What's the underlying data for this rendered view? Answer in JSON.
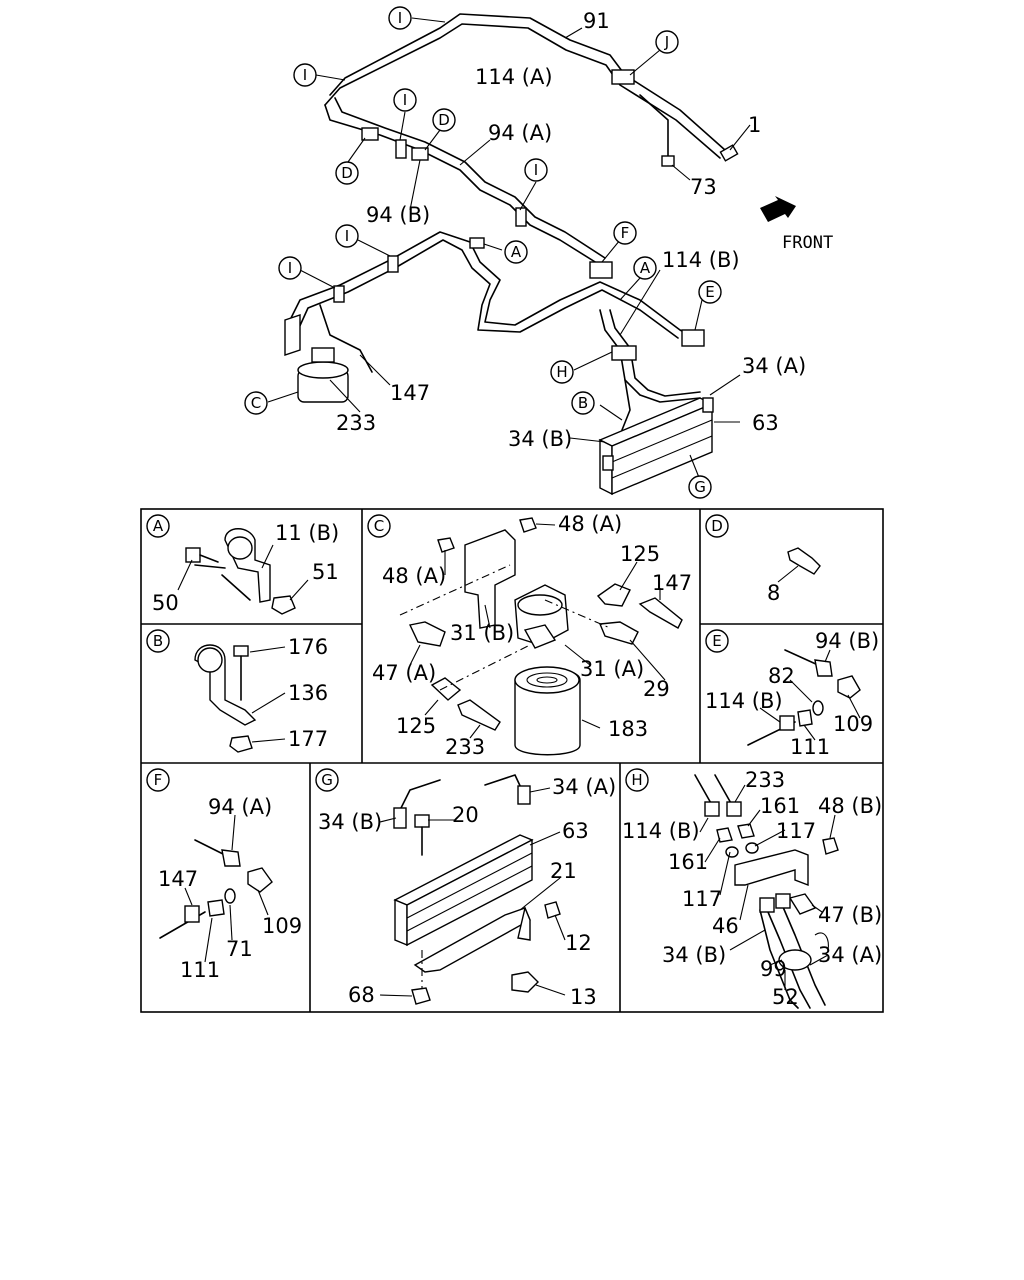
{
  "front_label": "FRONT",
  "callouts": {
    "A": "A",
    "B": "B",
    "C": "C",
    "D": "D",
    "E": "E",
    "F": "F",
    "G": "G",
    "H": "H",
    "I": "I",
    "J": "J"
  },
  "main_labels": {
    "p91": "91",
    "p114A": "114 (A)",
    "p1": "1",
    "p73": "73",
    "p94A": "94 (A)",
    "p94B": "94 (B)",
    "p114B": "114 (B)",
    "p34A": "34 (A)",
    "p63": "63",
    "p34B": "34 (B)",
    "p147": "147",
    "p233": "233"
  },
  "detail_A": {
    "p11B": "11 (B)",
    "p51": "51",
    "p50": "50"
  },
  "detail_B": {
    "p176": "176",
    "p136": "136",
    "p177": "177"
  },
  "detail_C": {
    "p48A_1": "48 (A)",
    "p48A_2": "48 (A)",
    "p125_1": "125",
    "p147": "147",
    "p31B": "31 (B)",
    "p47A": "47 (A)",
    "p31A": "31 (A)",
    "p29": "29",
    "p125_2": "125",
    "p233": "233",
    "p183": "183"
  },
  "detail_D": {
    "p8": "8"
  },
  "detail_E": {
    "p94B": "94 (B)",
    "p82": "82",
    "p114B": "114 (B)",
    "p109": "109",
    "p111": "111"
  },
  "detail_F": {
    "p94A": "94 (A)",
    "p147": "147",
    "p109": "109",
    "p71": "71",
    "p111": "111"
  },
  "detail_G": {
    "p34A": "34 (A)",
    "p34B": "34 (B)",
    "p20": "20",
    "p63": "63",
    "p21": "21",
    "p12": "12",
    "p68": "68",
    "p13": "13"
  },
  "detail_H": {
    "p233": "233",
    "p161_1": "161",
    "p48B": "48 (B)",
    "p114B": "114 (B)",
    "p117_1": "117",
    "p161_2": "161",
    "p117_2": "117",
    "p46": "46",
    "p47B": "47 (B)",
    "p34B": "34 (B)",
    "p99": "99",
    "p34A": "34 (A)",
    "p52": "52"
  }
}
